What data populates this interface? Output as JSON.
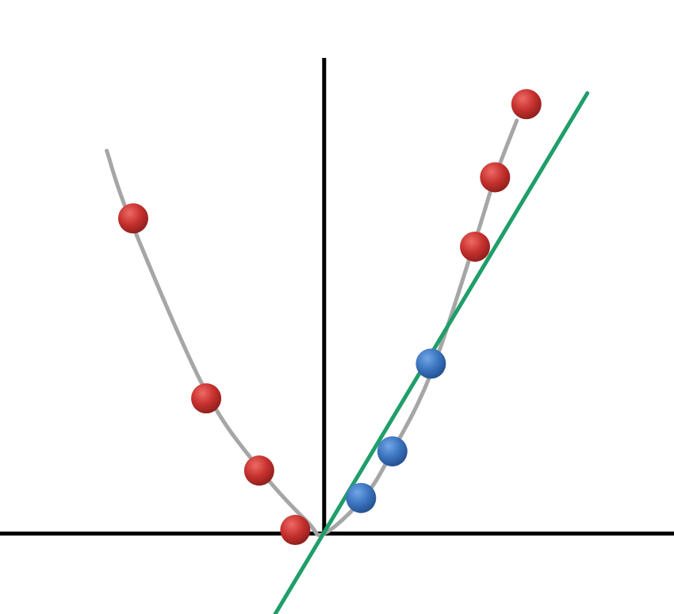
{
  "chart_data": {
    "type": "scatter",
    "title": "",
    "xlabel": "",
    "ylabel": "",
    "axes_style": "cross at origin",
    "grid": false,
    "legend": "none",
    "xlim": [
      -4.04,
      4.36
    ],
    "ylim": [
      -0.88,
      5.84
    ],
    "series": [
      {
        "kind": "curve",
        "color": "#a6a6a6",
        "points": [
          [
            -2.71,
            4.19
          ],
          [
            -2.4,
            3.4
          ],
          [
            -1.5,
            1.6
          ],
          [
            -0.8,
            0.7
          ],
          [
            -0.2,
            0.12
          ],
          [
            0.0,
            0.0
          ],
          [
            0.5,
            0.4
          ],
          [
            0.85,
            0.9
          ],
          [
            1.33,
            1.75
          ],
          [
            1.88,
            3.2
          ],
          [
            2.13,
            3.9
          ],
          [
            2.4,
            4.52
          ]
        ]
      },
      {
        "kind": "points",
        "color": "#c0312f",
        "points": [
          [
            -2.38,
            3.45
          ],
          [
            -1.47,
            1.48
          ],
          [
            -0.81,
            0.69
          ],
          [
            -0.36,
            0.04
          ],
          [
            1.88,
            3.14
          ],
          [
            2.13,
            3.9
          ],
          [
            2.52,
            4.7
          ]
        ]
      },
      {
        "kind": "points",
        "color": "#3b74bf",
        "points": [
          [
            0.46,
            0.39
          ],
          [
            0.85,
            0.9
          ],
          [
            1.33,
            1.86
          ]
        ]
      },
      {
        "kind": "line",
        "color": "#1f9e6a",
        "points": [
          [
            -0.61,
            -0.88
          ],
          [
            3.28,
            4.82
          ]
        ]
      }
    ]
  }
}
